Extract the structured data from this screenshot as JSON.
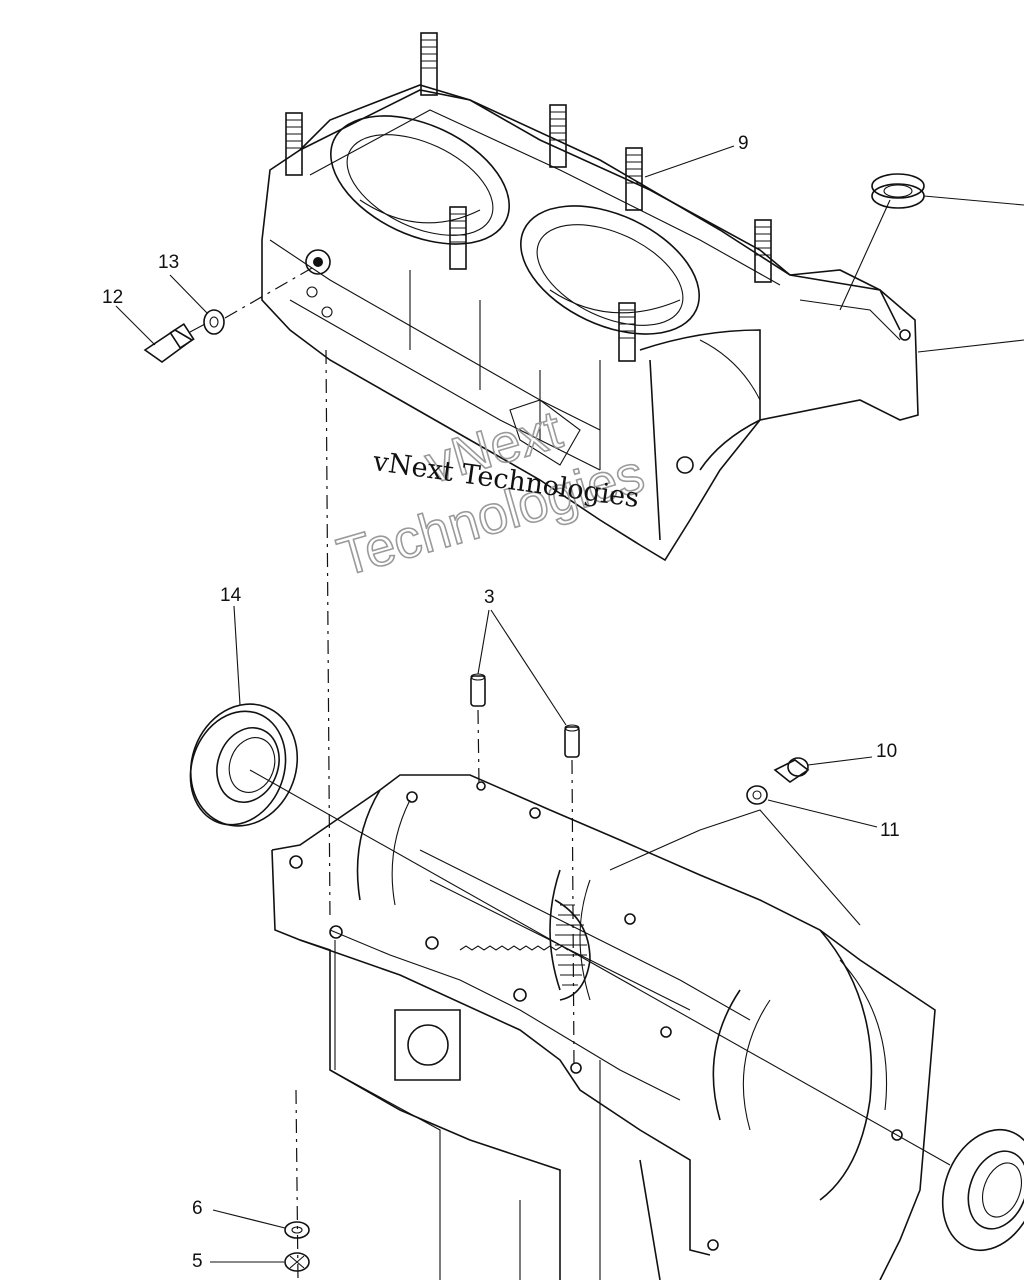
{
  "diagram": {
    "callouts": {
      "c3": "3",
      "c5": "5",
      "c6": "6",
      "c9": "9",
      "c10": "10",
      "c11": "11",
      "c12": "12",
      "c13": "13",
      "c14": "14"
    },
    "watermark": {
      "line1": "vNext",
      "line2": "Technologies",
      "plain": "vNext Technologies"
    }
  }
}
